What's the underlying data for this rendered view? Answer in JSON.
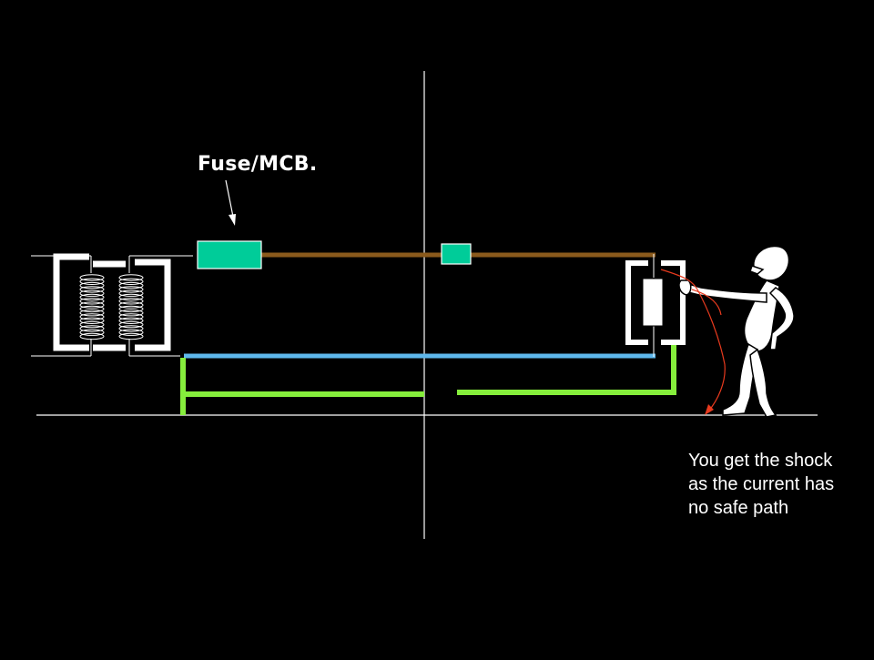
{
  "labels": {
    "fuse": "Fuse/MCB.",
    "caption_lines": [
      "You get the shock",
      "as the current has",
      "no safe path"
    ]
  },
  "colors": {
    "background": "#000000",
    "live_wire": "#8a5a1c",
    "neutral_wire": "#5eb8ec",
    "earth_wire": "#86ee3c",
    "fuse": "#00cc99",
    "arrow": "#e83a1e",
    "lines": "#ffffff"
  }
}
